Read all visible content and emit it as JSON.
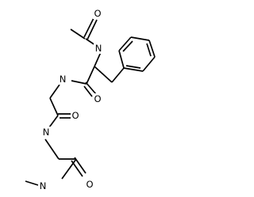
{
  "molecule": {
    "atom_labels": {
      "acetyl_o": "O",
      "acetyl_n": "N",
      "amide1_n": "N",
      "amide1_o": "O",
      "amide2_o": "O",
      "amide2_n": "N",
      "methyl_n": "N",
      "amide3_o": "O"
    },
    "colors": {
      "bond": "#000000",
      "text": "#000000",
      "background": "#ffffff"
    }
  }
}
